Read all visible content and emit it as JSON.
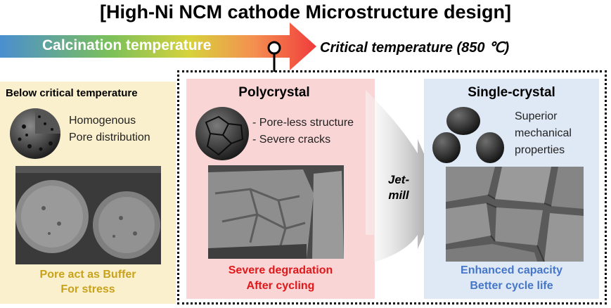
{
  "title": "[High-Ni NCM cathode Microstructure design]",
  "temperature_arrow": {
    "label": "Calcination temperature",
    "critical": "Critical temperature (850 ℃)"
  },
  "panels": {
    "below": {
      "title": "Below critical temperature",
      "desc": [
        "Homogenous",
        "Pore distribution"
      ],
      "caption": [
        "Pore act as Buffer",
        "For stress"
      ]
    },
    "poly": {
      "title": "Polycrystal",
      "desc": [
        "- Pore-less structure",
        "- Severe cracks"
      ],
      "caption": [
        "Severe degradation",
        "After cycling"
      ]
    },
    "single": {
      "title": "Single-crystal",
      "desc": [
        "Superior",
        "mechanical",
        "properties"
      ],
      "caption": [
        "Enhanced capacity",
        "Better cycle life"
      ]
    }
  },
  "jet_mill": {
    "label_1": "Jet-",
    "label_2": "mill"
  },
  "colors": {
    "below_panel": "#fbf0cd",
    "poly_panel": "#f9d5d6",
    "single_panel": "#dfe9f6",
    "below_caption": "#c9a21b",
    "poly_caption": "#e0181a",
    "single_caption": "#4676c8"
  }
}
